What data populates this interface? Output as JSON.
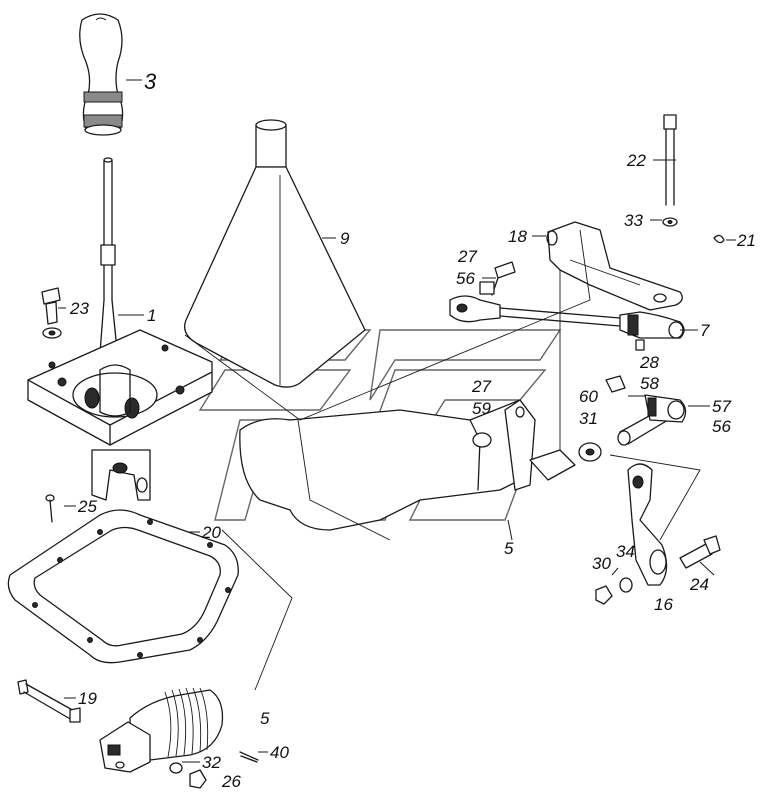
{
  "diagram": {
    "callouts": [
      {
        "id": "3",
        "label": "3"
      },
      {
        "id": "1",
        "label": "1"
      },
      {
        "id": "23",
        "label": "23"
      },
      {
        "id": "9",
        "label": "9"
      },
      {
        "id": "22",
        "label": "22"
      },
      {
        "id": "33",
        "label": "33"
      },
      {
        "id": "21",
        "label": "21"
      },
      {
        "id": "18",
        "label": "18"
      },
      {
        "id": "27a",
        "label": "27"
      },
      {
        "id": "56a",
        "label": "56"
      },
      {
        "id": "7",
        "label": "7"
      },
      {
        "id": "28",
        "label": "28"
      },
      {
        "id": "27b",
        "label": "27"
      },
      {
        "id": "59",
        "label": "59"
      },
      {
        "id": "58",
        "label": "58"
      },
      {
        "id": "60",
        "label": "60"
      },
      {
        "id": "31",
        "label": "31"
      },
      {
        "id": "57",
        "label": "57"
      },
      {
        "id": "56b",
        "label": "56"
      },
      {
        "id": "5a",
        "label": "5"
      },
      {
        "id": "25",
        "label": "25"
      },
      {
        "id": "20",
        "label": "20"
      },
      {
        "id": "34",
        "label": "34"
      },
      {
        "id": "30",
        "label": "30"
      },
      {
        "id": "24",
        "label": "24"
      },
      {
        "id": "16",
        "label": "16"
      },
      {
        "id": "19",
        "label": "19"
      },
      {
        "id": "5b",
        "label": "5"
      },
      {
        "id": "40",
        "label": "40"
      },
      {
        "id": "32",
        "label": "32"
      },
      {
        "id": "26",
        "label": "26"
      }
    ]
  },
  "colors": {
    "line": "#1a1a1a",
    "shading": "#8a8a8a",
    "watermark": "#666666",
    "background": "#ffffff"
  }
}
